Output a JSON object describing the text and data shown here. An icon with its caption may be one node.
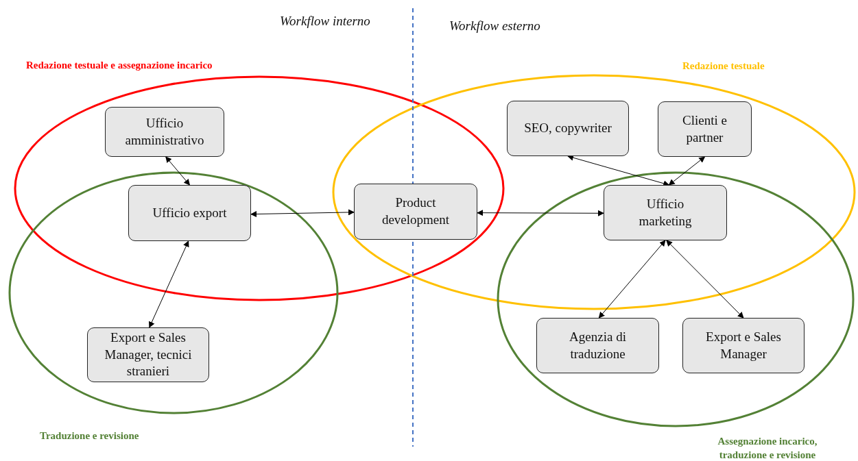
{
  "diagram": {
    "nodes": [
      {
        "text": [
          "Redazione testuale e assegnazione incarico"
        ]
      },
      {
        "text": [
          "Ufficio amministrativo"
        ],
        "in": 0
      },
      {
        "text": [
          "Traduzione e revisione"
        ]
      },
      {
        "text": [
          "Ufficio export"
        ]
      },
      {
        "text": [
          "Export e Sales Manager, tecnici stranieri"
        ],
        "in": 2
      },
      {
        "text": [
          "Product development"
        ]
      },
      {
        "text": [
          "Redazione testuale"
        ]
      },
      {
        "text": [
          "SEO, copywriter"
        ],
        "in": 6
      },
      {
        "text": [
          "Clienti e partner"
        ],
        "in": 6
      },
      {
        "text": [
          "Ufficio marketing"
        ]
      },
      {
        "text": [
          "Assegnazione incarico, traduzione e revisione"
        ]
      },
      {
        "text": [
          "Agenzia di traduzione"
        ],
        "in": 10
      },
      {
        "text": [
          "Export e Sales Manager"
        ],
        "in": 10
      }
    ],
    "edges": [
      {
        "from": 1,
        "to": 3,
        "arrow": "both"
      },
      {
        "from": 3,
        "to": 5,
        "arrow": "both"
      },
      {
        "from": 3,
        "to": 4,
        "arrow": "both"
      },
      {
        "from": 5,
        "to": 9,
        "arrow": "both"
      },
      {
        "from": 7,
        "to": 9,
        "arrow": "both"
      },
      {
        "from": 8,
        "to": 9,
        "arrow": "both"
      },
      {
        "from": 9,
        "to": 11,
        "arrow": "both"
      },
      {
        "from": 9,
        "to": 12,
        "arrow": "both"
      }
    ],
    "labels": [
      "Workflow interno",
      "Workflow esterno"
    ]
  }
}
